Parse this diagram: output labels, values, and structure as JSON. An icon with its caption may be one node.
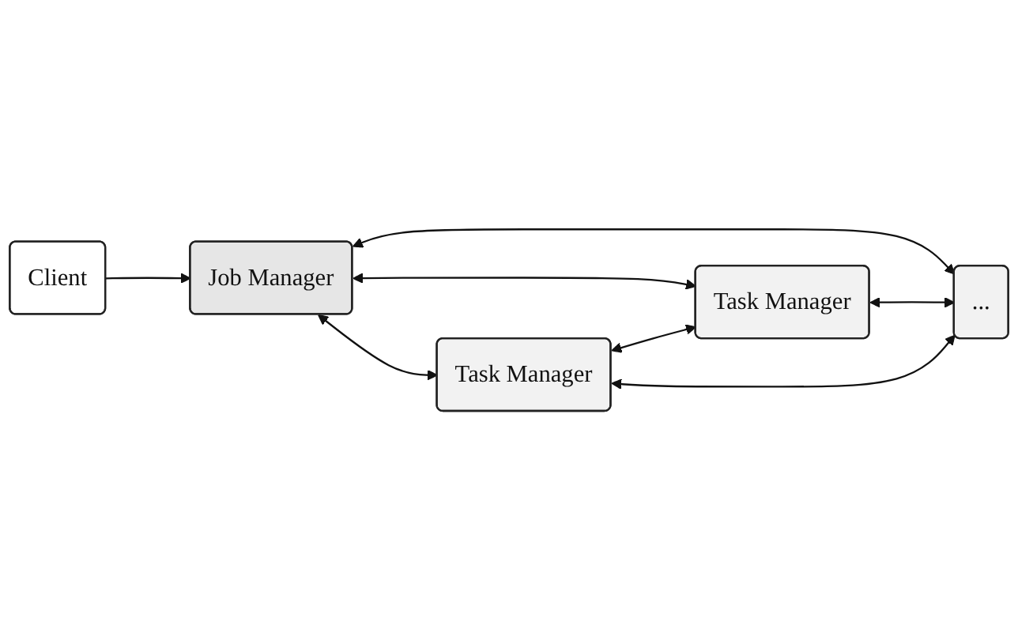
{
  "diagram": {
    "nodes": [
      {
        "text": [
          "Client"
        ]
      },
      {
        "text": [
          "Job Manager"
        ]
      },
      {
        "text": [
          "Task Manager"
        ]
      },
      {
        "text": [
          "Task Manager"
        ]
      },
      {
        "text": [
          "..."
        ]
      }
    ],
    "edges": [
      {
        "from": 0,
        "to": 1,
        "arrow": "to"
      },
      {
        "from": 1,
        "to": 2,
        "arrow": "both"
      },
      {
        "from": 1,
        "to": 3,
        "arrow": "both"
      },
      {
        "from": 1,
        "to": 4,
        "arrow": "both"
      },
      {
        "from": 2,
        "to": 3,
        "arrow": "both"
      },
      {
        "from": 3,
        "to": 4,
        "arrow": "both"
      },
      {
        "from": 2,
        "to": 4,
        "arrow": "both"
      }
    ]
  }
}
